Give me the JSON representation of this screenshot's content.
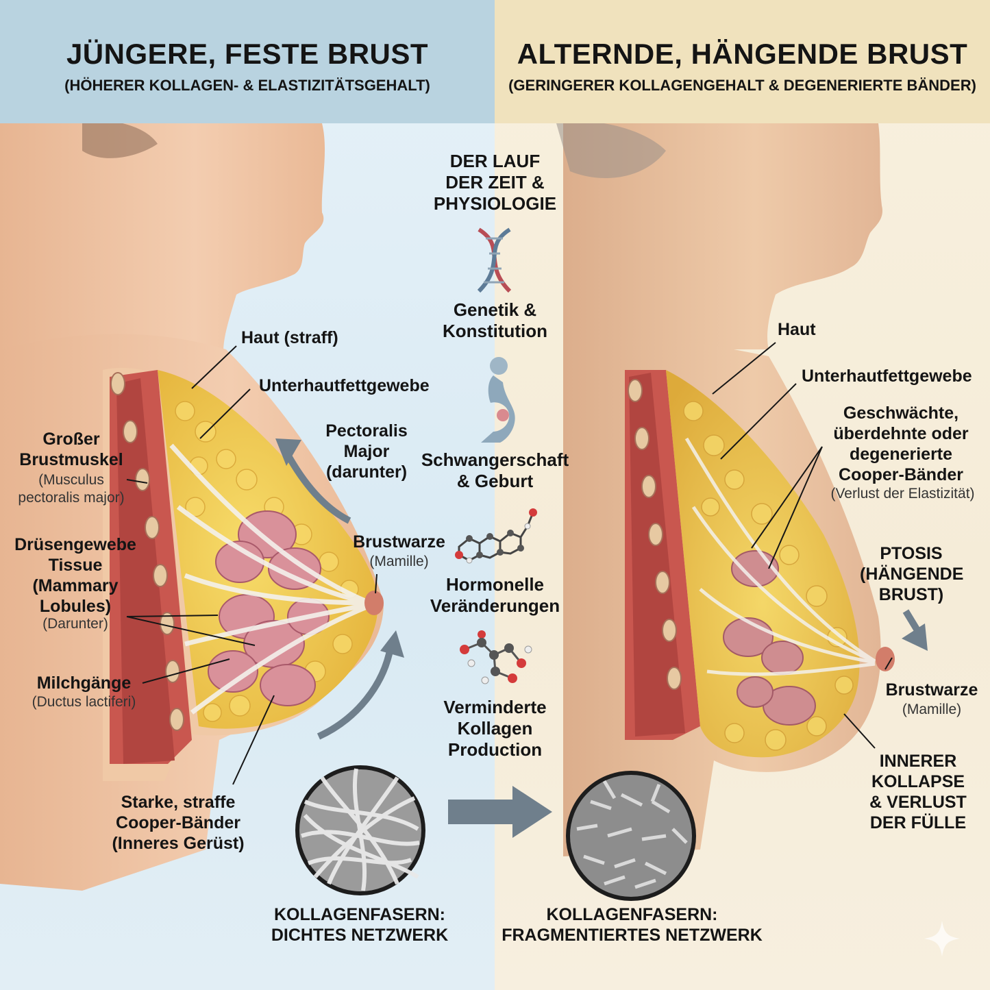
{
  "left": {
    "title": "JÜNGERE, FESTE BRUST",
    "subtitle": "(HÖHERER KOLLAGEN- & ELASTIZITÄTSGEHALT)",
    "labels": {
      "haut": "Haut (straff)",
      "unterhaut": "Unterhautfettgewebe",
      "pectoralis": [
        "Pectoralis",
        "Major",
        "(darunter)"
      ],
      "brustmuskel": [
        "Großer",
        "Brustmuskel"
      ],
      "brustmuskel_sub": [
        "(Musculus",
        "pectoralis major)"
      ],
      "druesen": [
        "Drüsengewebe",
        "Tissue",
        "(Mammary",
        "Lobules)"
      ],
      "druesen_sub": "(Darunter)",
      "milch": "Milchgänge",
      "milch_sub": "(Ductus lactiferi)",
      "brustwarze": "Brustwarze",
      "brustwarze_sub": "(Mamille)",
      "cooper": [
        "Starke, straffe",
        "Cooper-Bänder",
        "(Inneres Gerüst)"
      ]
    },
    "collagen": [
      "KOLLAGENFASERN:",
      "DICHTES NETZWERK"
    ]
  },
  "right": {
    "title": "ALTERNDE, HÄNGENDE BRUST",
    "subtitle": "(GERINGERER KOLLAGENGEHALT & DEGENERIERTE BÄNDER)",
    "labels": {
      "haut": "Haut",
      "unterhaut": "Unterhautfettgewebe",
      "cooper": [
        "Geschwächte,",
        "überdehnte oder",
        "degenerierte",
        "Cooper-Bänder"
      ],
      "cooper_sub": "(Verlust der Elastizität)",
      "ptosis": [
        "PTOSIS",
        "(HÄNGENDE",
        "BRUST)"
      ],
      "brustwarze": "Brustwarze",
      "brustwarze_sub": "(Mamille)",
      "kollaps": [
        "INNERER",
        "KOLLAPSE",
        "& VERLUST",
        "DER FÜLLE"
      ]
    },
    "collagen": [
      "KOLLAGENFASERN:",
      "FRAGMENTIERTES NETZWERK"
    ]
  },
  "center": {
    "heading": [
      "DER LAUF",
      "DER ZEIT &",
      "PHYSIOLOGIE"
    ],
    "factors": [
      {
        "icon": "dna-icon",
        "label": [
          "Genetik &",
          "Konstitution"
        ]
      },
      {
        "icon": "pregnancy-icon",
        "label": [
          "Schwangerschaft",
          "& Geburt"
        ]
      },
      {
        "icon": "hormone-molecule-icon",
        "label": [
          "Hormonelle",
          "Veränderungen"
        ]
      },
      {
        "icon": "collagen-molecule-icon",
        "label": [
          "Verminderte",
          "Kollagen",
          "Production"
        ]
      }
    ]
  },
  "colors": {
    "left_bg": "#d9eaf3",
    "right_bg": "#f5ecd8",
    "left_header": "#b9d3e0",
    "right_header": "#f0e2bd",
    "skin_young": "#f0c6a8",
    "skin_old": "#e8c0a0",
    "fat": "#f2cc4a",
    "muscle": "#c9574f",
    "gland": "#d9919a",
    "arrow": "#6f7f8c"
  }
}
